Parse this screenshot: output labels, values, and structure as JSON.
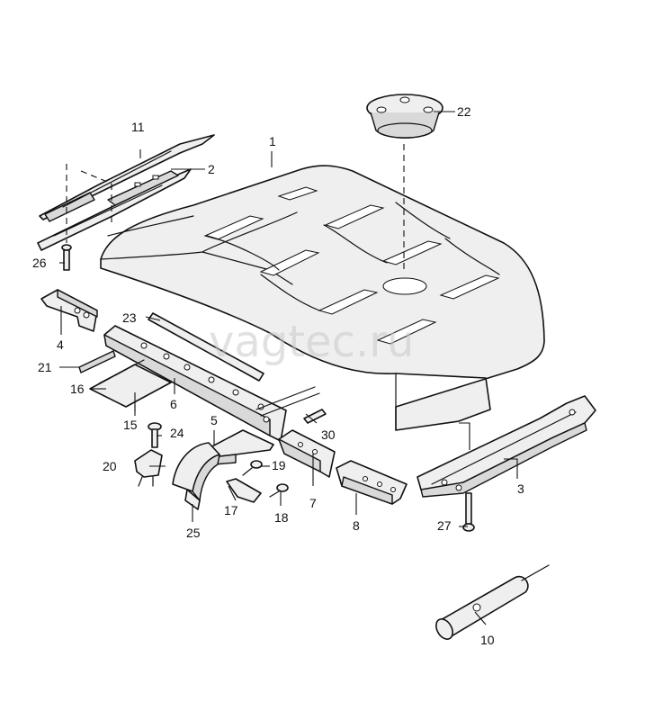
{
  "watermark": "vagtec.ru",
  "callouts": {
    "c1": "1",
    "c2": "2",
    "c3": "3",
    "c4": "4",
    "c5": "5",
    "c6": "6",
    "c7": "7",
    "c8": "8",
    "c10": "10",
    "c11": "11",
    "c15": "15",
    "c16": "16",
    "c17": "17",
    "c18": "18",
    "c19": "19",
    "c20": "20",
    "c21": "21",
    "c22": "22",
    "c23": "23",
    "c24": "24",
    "c25": "25",
    "c26": "26",
    "c27": "27",
    "c30": "30"
  }
}
